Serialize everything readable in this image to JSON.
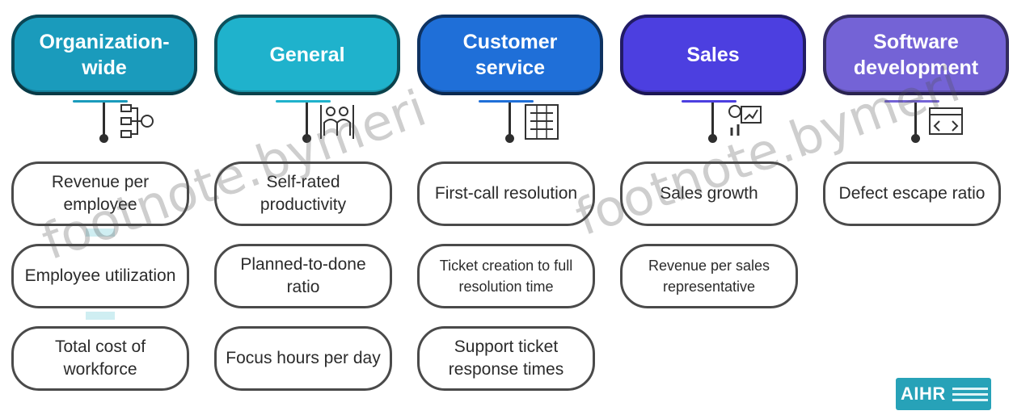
{
  "columns": [
    {
      "title": "Organization-wide",
      "color": "#1a9bbc",
      "icon": "org-chart-icon",
      "metrics": [
        "Revenue per employee",
        "Employee utilization",
        "Total cost of workforce"
      ]
    },
    {
      "title": "General",
      "color": "#1fb2cc",
      "icon": "people-icon",
      "metrics": [
        "Self-rated productivity",
        "Planned-to-done ratio",
        "Focus hours per day"
      ]
    },
    {
      "title": "Customer service",
      "color": "#1f6fd8",
      "icon": "ticket-list-icon",
      "metrics": [
        "First-call resolution",
        "Ticket creation to full resolution time",
        "Support ticket response times"
      ]
    },
    {
      "title": "Sales",
      "color": "#4c3fe0",
      "icon": "sales-chart-icon",
      "metrics": [
        "Sales growth",
        "Revenue per sales representative"
      ]
    },
    {
      "title": "Software development",
      "color": "#7463d6",
      "icon": "code-window-icon",
      "metrics": [
        "Defect escape ratio"
      ]
    }
  ],
  "watermark": "footnote.bymeri",
  "logo": {
    "text": "AIHR",
    "color": "#27a2b8"
  }
}
